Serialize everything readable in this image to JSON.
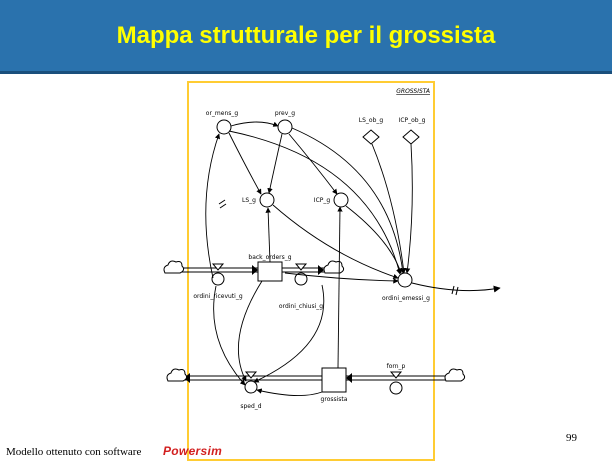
{
  "slide": {
    "title": "Mappa strutturale per il grossista",
    "footer_text": "Modello ottenuto con software",
    "logo_text": "Powersim",
    "page_number": "99"
  },
  "diagram": {
    "section_label": "GROSSISTA",
    "stocks": {
      "back_orders": "back_orders_g",
      "grossista": "grossista"
    },
    "flows": {
      "ordini_ricevuti": "ordini_ricevuti_g",
      "ordini_chiusi": "ordini_chiusi_g",
      "sped": "sped_d",
      "forn": "forn_p"
    },
    "auxiliaries": {
      "or_mens": "or_mens_g",
      "prev": "prev_g",
      "ls": "LS_g",
      "icp": "ICP_g",
      "ordini_emessi": "ordini_emessi_g"
    },
    "constants": {
      "ls_ob": "LS_ob_g",
      "icp_ob": "ICP_ob_g"
    }
  },
  "colors": {
    "header_bg": "#2a72ad",
    "title_text": "#ffff00",
    "diagram_border": "#ffcc33",
    "logo_text": "#d21f1f"
  }
}
